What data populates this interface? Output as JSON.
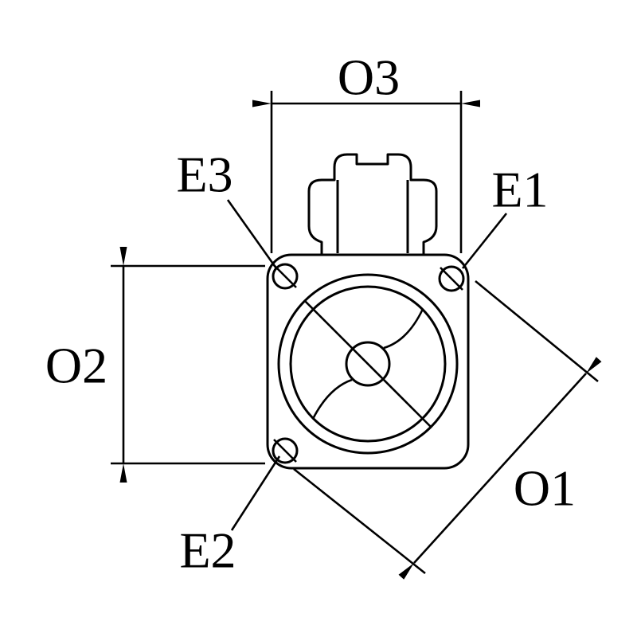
{
  "labels": {
    "dim_o3": "O3",
    "dim_o2": "O2",
    "dim_o1": "O1",
    "ref_e1": "E1",
    "ref_e2": "E2",
    "ref_e3": "E3"
  },
  "colors": {
    "line": "#000000",
    "background": "#ffffff"
  }
}
